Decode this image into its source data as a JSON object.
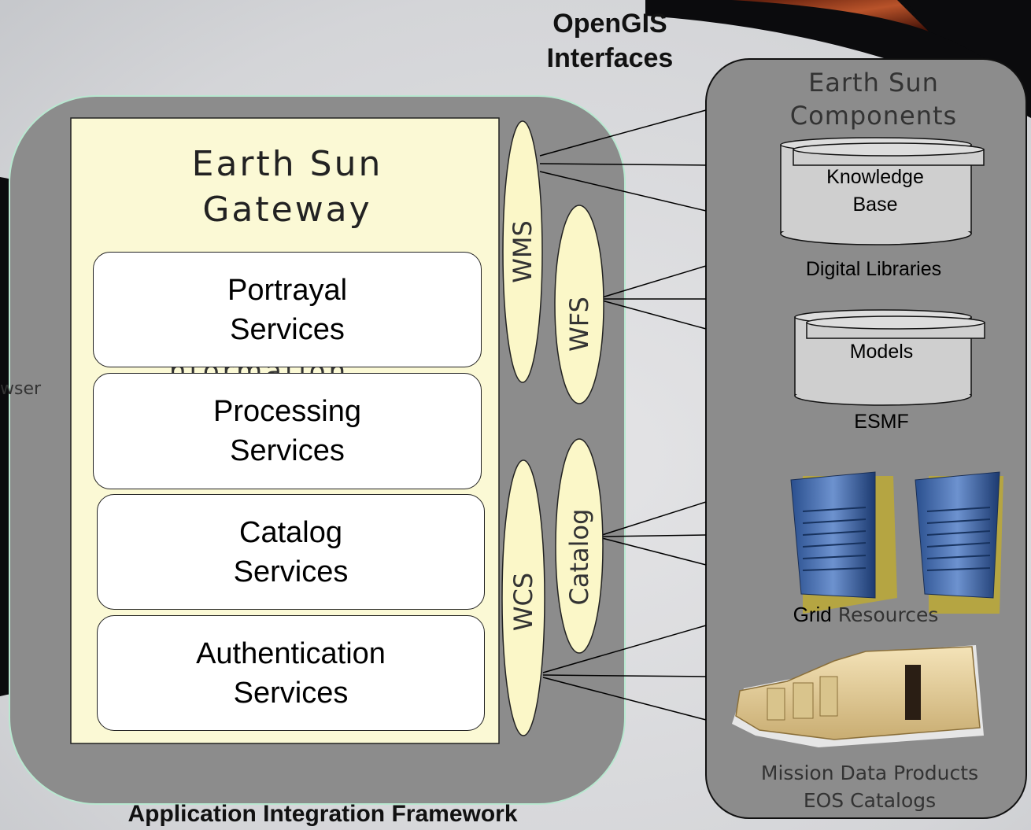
{
  "diagram": {
    "top_title_line1": "OpenGIS",
    "top_title_line2": "Interfaces",
    "bottom_title": "Application Integration Framework",
    "browser_fragment": "wser",
    "hidden_fragment": "ntormation",
    "gateway": {
      "line1": "Earth Sun",
      "line2": "Gateway"
    },
    "services": [
      {
        "line1": "Portrayal",
        "line2": "Services"
      },
      {
        "line1": "Processing",
        "line2": "Services"
      },
      {
        "line1": "Catalog",
        "line2": "Services"
      },
      {
        "line1": "Authentication",
        "line2": "Services"
      }
    ],
    "interfaces": {
      "wms": "WMS",
      "wfs": "WFS",
      "wcs": "WCS",
      "catalog": "Catalog"
    },
    "components": {
      "title_line1": "Earth Sun",
      "title_line2": "Components",
      "knowledge_line1": "Knowledge",
      "knowledge_line2": "Base",
      "digital_libraries": "Digital Libraries",
      "models": "Models",
      "esmf": "ESMF",
      "grid_bold": "Grid",
      "grid_rest": " Resources",
      "mission_line1": "Mission Data Products",
      "mission_line2": "EOS Catalogs"
    },
    "colors": {
      "panel": "#8c8c8c",
      "gateway_fill": "#fbf9d5",
      "oval_fill": "#fbf7c8"
    }
  }
}
